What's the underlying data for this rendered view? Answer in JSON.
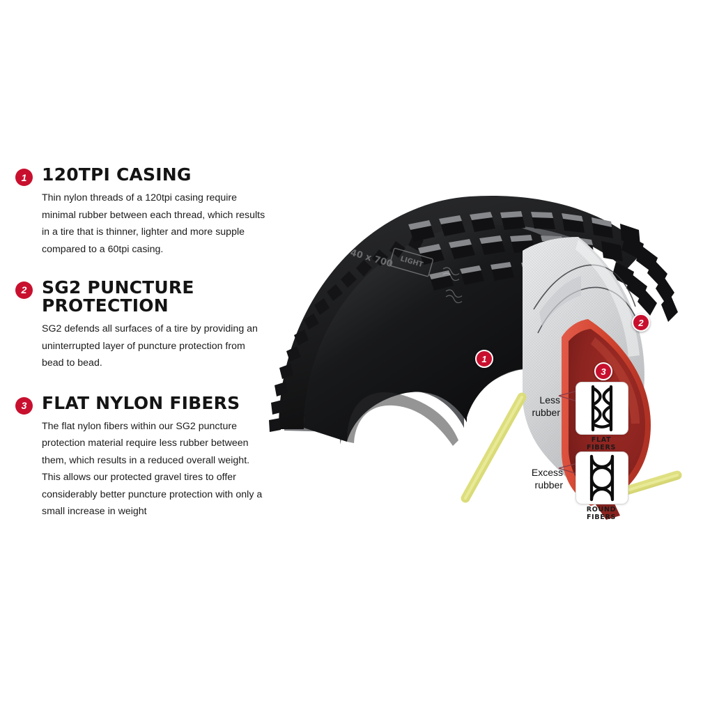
{
  "features": [
    {
      "number": "1",
      "title": "120TPI CASING",
      "text": "Thin nylon threads of a 120tpi casing require minimal rubber between each thread, which results in a tire that is thinner, lighter and more supple compared to a 60tpi casing."
    },
    {
      "number": "2",
      "title": "SG2 PUNCTURE PROTECTION",
      "text": "SG2 defends all surfaces of a tire by providing an uninterrupted layer of puncture protection from bead to bead."
    },
    {
      "number": "3",
      "title": "FLAT NYLON FIBERS",
      "text": "The flat nylon fibers within our SG2 puncture protection material require less rubber between them, which results in a reduced overall weight. This allows our protected gravel tires to offer considerably better puncture protection with only a small increase in weight"
    }
  ],
  "illustration": {
    "alt": "cutaway-bicycle-tire-diagram",
    "sidewall": {
      "size_marking": "40 x 700",
      "brand_marking": "LIGHT"
    },
    "badges": [
      {
        "number": "1",
        "target": "casing-layer"
      },
      {
        "number": "2",
        "target": "sg2-puncture-layer"
      },
      {
        "number": "3",
        "target": "flat-fiber-callout"
      }
    ],
    "callouts": [
      {
        "label": "Less\nrubber",
        "caption": "FLAT FIBERS",
        "fiber_type": "flat"
      },
      {
        "label": "Excess\nrubber",
        "caption": "ROUND FIBERS",
        "fiber_type": "round"
      }
    ],
    "colors": {
      "badge_red": "#c8102e",
      "sg2_layer_red": "#a52a2a",
      "casing_grey": "#d9dadc",
      "tread_black": "#1a1a1a",
      "sidewall_grey": "#6e7073",
      "bead_yellow": "#dcdd7a",
      "leader_line": "#8a3b46"
    }
  }
}
